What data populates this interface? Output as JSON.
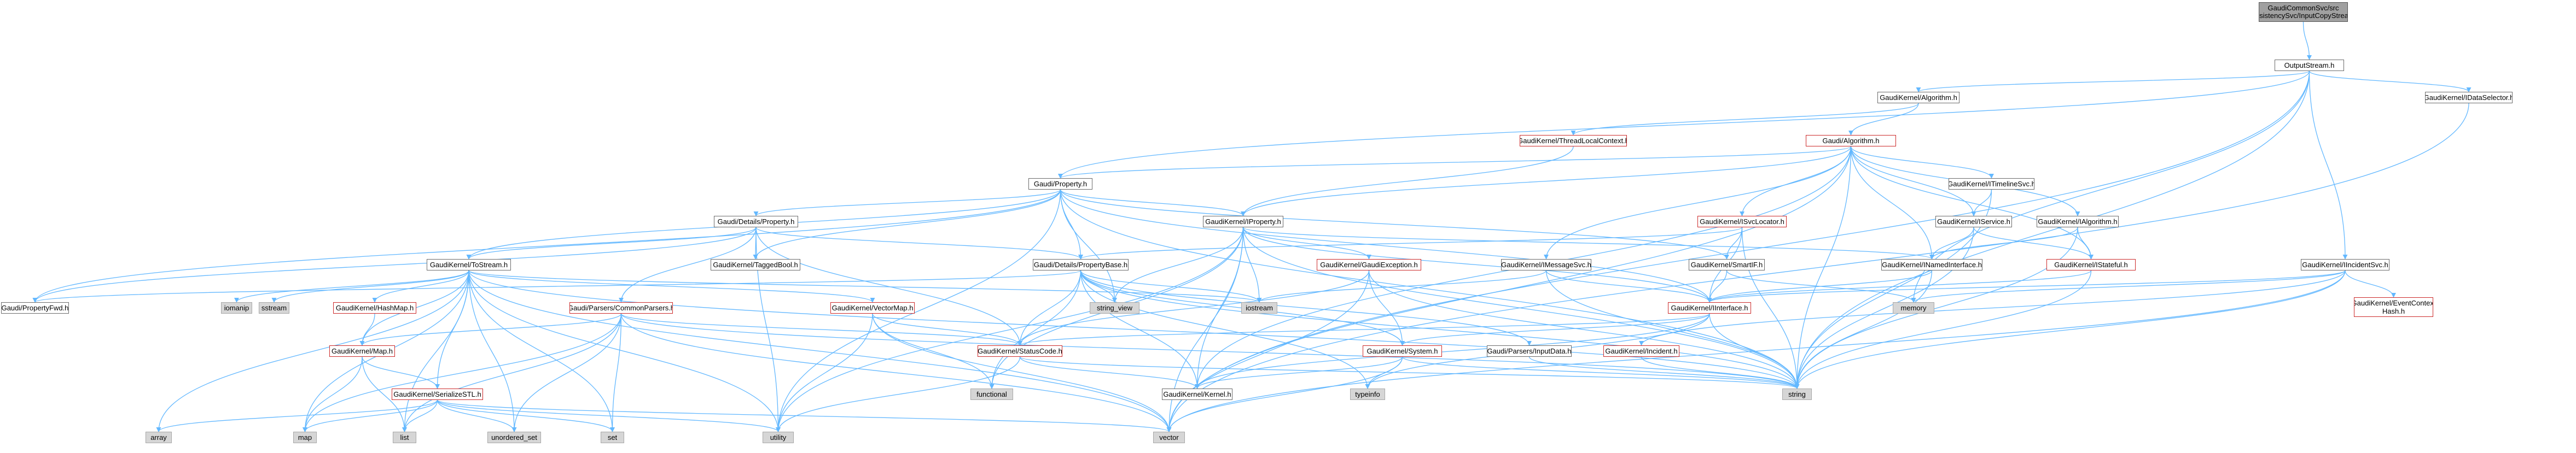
{
  "colors": {
    "edge": "#63b8ff",
    "border": "#6b6b6b",
    "red_border": "#cc2a2a",
    "gray_fill": "#d6d6d6",
    "root_fill": "#a0a0a0"
  },
  "nodes": [
    {
      "id": "root",
      "label": "GaudiCommonSvc/src\n/PersistencySvc/InputCopyStream.h",
      "style": "root"
    },
    {
      "id": "outputstream",
      "label": "OutputStream.h",
      "style": "normal"
    },
    {
      "id": "galgorithm",
      "label": "GaudiKernel/Algorithm.h",
      "style": "normal"
    },
    {
      "id": "idataselector",
      "label": "GaudiKernel/IDataSelector.h",
      "style": "normal"
    },
    {
      "id": "threadlocal",
      "label": "GaudiKernel/ThreadLocalContext.h",
      "style": "red"
    },
    {
      "id": "gaudialgorithm",
      "label": "Gaudi/Algorithm.h",
      "style": "red"
    },
    {
      "id": "property",
      "label": "Gaudi/Property.h",
      "style": "normal"
    },
    {
      "id": "itimelinesvc",
      "label": "GaudiKernel/ITimelineSvc.h",
      "style": "normal"
    },
    {
      "id": "iservice",
      "label": "GaudiKernel/IService.h",
      "style": "normal"
    },
    {
      "id": "ialgorithm",
      "label": "GaudiKernel/IAlgorithm.h",
      "style": "normal"
    },
    {
      "id": "isvclocator",
      "label": "GaudiKernel/ISvcLocator.h",
      "style": "red"
    },
    {
      "id": "iproperty",
      "label": "GaudiKernel/IProperty.h",
      "style": "normal"
    },
    {
      "id": "detailsproperty",
      "label": "Gaudi/Details/Property.h",
      "style": "normal"
    },
    {
      "id": "iincidentsvc",
      "label": "GaudiKernel/IIncidentSvc.h",
      "style": "normal"
    },
    {
      "id": "inamed",
      "label": "GaudiKernel/INamedInterface.h",
      "style": "normal"
    },
    {
      "id": "istateful",
      "label": "GaudiKernel/IStateful.h",
      "style": "red"
    },
    {
      "id": "smartif",
      "label": "GaudiKernel/SmartIF.h",
      "style": "normal"
    },
    {
      "id": "imessagesvc",
      "label": "GaudiKernel/IMessageSvc.h",
      "style": "normal"
    },
    {
      "id": "gaudiexception",
      "label": "GaudiKernel/GaudiException.h",
      "style": "red"
    },
    {
      "id": "propertybase",
      "label": "Gaudi/Details/PropertyBase.h",
      "style": "normal"
    },
    {
      "id": "taggedbool",
      "label": "GaudiKernel/TaggedBool.h",
      "style": "normal"
    },
    {
      "id": "tostream",
      "label": "GaudiKernel/ToStream.h",
      "style": "normal"
    },
    {
      "id": "eventcontexthash",
      "label": "GaudiKernel/EventContext\nHash.h",
      "style": "red"
    },
    {
      "id": "memory",
      "label": "memory",
      "style": "gray"
    },
    {
      "id": "iinterface",
      "label": "GaudiKernel/IInterface.h",
      "style": "red"
    },
    {
      "id": "string_view",
      "label": "string_view",
      "style": "gray"
    },
    {
      "id": "iostream",
      "label": "iostream",
      "style": "gray"
    },
    {
      "id": "propertyfwd",
      "label": "Gaudi/PropertyFwd.h",
      "style": "normal"
    },
    {
      "id": "iomanip",
      "label": "iomanip",
      "style": "gray"
    },
    {
      "id": "sstream",
      "label": "sstream",
      "style": "gray"
    },
    {
      "id": "hashmap",
      "label": "GaudiKernel/HashMap.h",
      "style": "red"
    },
    {
      "id": "commonparsers",
      "label": "Gaudi/Parsers/CommonParsers.h",
      "style": "red"
    },
    {
      "id": "vectormap",
      "label": "GaudiKernel/VectorMap.h",
      "style": "red"
    },
    {
      "id": "system",
      "label": "GaudiKernel/System.h",
      "style": "red"
    },
    {
      "id": "inputdata",
      "label": "Gaudi/Parsers/InputData.h",
      "style": "normal"
    },
    {
      "id": "kincident",
      "label": "GaudiKernel/Incident.h",
      "style": "red"
    },
    {
      "id": "gmap",
      "label": "GaudiKernel/Map.h",
      "style": "red"
    },
    {
      "id": "statuscode",
      "label": "GaudiKernel/StatusCode.h",
      "style": "red"
    },
    {
      "id": "kernel",
      "label": "GaudiKernel/Kernel.h",
      "style": "normal"
    },
    {
      "id": "typeinfo",
      "label": "typeinfo",
      "style": "gray"
    },
    {
      "id": "functional",
      "label": "functional",
      "style": "gray"
    },
    {
      "id": "serializestl",
      "label": "GaudiKernel/SerializeSTL.h",
      "style": "red"
    },
    {
      "id": "string",
      "label": "string",
      "style": "gray"
    },
    {
      "id": "array",
      "label": "array",
      "style": "gray"
    },
    {
      "id": "map",
      "label": "map",
      "style": "gray"
    },
    {
      "id": "list",
      "label": "list",
      "style": "gray"
    },
    {
      "id": "unordered_set",
      "label": "unordered_set",
      "style": "gray"
    },
    {
      "id": "set",
      "label": "set",
      "style": "gray"
    },
    {
      "id": "utility",
      "label": "utility",
      "style": "gray"
    },
    {
      "id": "vector",
      "label": "vector",
      "style": "gray"
    }
  ],
  "edges": [
    [
      "root",
      "outputstream"
    ],
    [
      "outputstream",
      "galgorithm"
    ],
    [
      "outputstream",
      "idataselector"
    ],
    [
      "outputstream",
      "iincidentsvc"
    ],
    [
      "outputstream",
      "property"
    ],
    [
      "outputstream",
      "string"
    ],
    [
      "outputstream",
      "vector"
    ],
    [
      "outputstream",
      "memory"
    ],
    [
      "galgorithm",
      "gaudialgorithm"
    ],
    [
      "galgorithm",
      "threadlocal"
    ],
    [
      "idataselector",
      "vector"
    ],
    [
      "threadlocal",
      "iproperty"
    ],
    [
      "gaudialgorithm",
      "property"
    ],
    [
      "gaudialgorithm",
      "itimelinesvc"
    ],
    [
      "gaudialgorithm",
      "iservice"
    ],
    [
      "gaudialgorithm",
      "ialgorithm"
    ],
    [
      "gaudialgorithm",
      "isvclocator"
    ],
    [
      "gaudialgorithm",
      "iproperty"
    ],
    [
      "gaudialgorithm",
      "imessagesvc"
    ],
    [
      "gaudialgorithm",
      "istateful"
    ],
    [
      "gaudialgorithm",
      "string"
    ],
    [
      "gaudialgorithm",
      "vector"
    ],
    [
      "gaudialgorithm",
      "kernel"
    ],
    [
      "gaudialgorithm",
      "inamed"
    ],
    [
      "itimelinesvc",
      "iservice"
    ],
    [
      "itimelinesvc",
      "string"
    ],
    [
      "iservice",
      "inamed"
    ],
    [
      "iservice",
      "istateful"
    ],
    [
      "iservice",
      "string"
    ],
    [
      "ialgorithm",
      "inamed"
    ],
    [
      "ialgorithm",
      "istateful"
    ],
    [
      "ialgorithm",
      "string"
    ],
    [
      "isvclocator",
      "smartif"
    ],
    [
      "isvclocator",
      "iinterface"
    ],
    [
      "isvclocator",
      "string"
    ],
    [
      "isvclocator",
      "propertybase"
    ],
    [
      "property",
      "detailsproperty"
    ],
    [
      "property",
      "propertybase"
    ],
    [
      "property",
      "iproperty"
    ],
    [
      "property",
      "smartif"
    ],
    [
      "property",
      "taggedbool"
    ],
    [
      "property",
      "tostream"
    ],
    [
      "property",
      "string_view"
    ],
    [
      "property",
      "string"
    ],
    [
      "property",
      "utility"
    ],
    [
      "property",
      "propertyfwd"
    ],
    [
      "property",
      "iinterface"
    ],
    [
      "iproperty",
      "inamed"
    ],
    [
      "iproperty",
      "iinterface"
    ],
    [
      "iproperty",
      "string"
    ],
    [
      "iproperty",
      "string_view"
    ],
    [
      "iproperty",
      "iostream"
    ],
    [
      "iproperty",
      "vector"
    ],
    [
      "iproperty",
      "functional"
    ],
    [
      "iproperty",
      "kernel"
    ],
    [
      "iproperty",
      "gaudiexception"
    ],
    [
      "iproperty",
      "utility"
    ],
    [
      "detailsproperty",
      "propertybase"
    ],
    [
      "detailsproperty",
      "taggedbool"
    ],
    [
      "detailsproperty",
      "tostream"
    ],
    [
      "detailsproperty",
      "commonparsers"
    ],
    [
      "detailsproperty",
      "propertyfwd"
    ],
    [
      "detailsproperty",
      "statuscode"
    ],
    [
      "detailsproperty",
      "utility"
    ],
    [
      "iincidentsvc",
      "iinterface"
    ],
    [
      "iincidentsvc",
      "kincident"
    ],
    [
      "iincidentsvc",
      "eventcontexthash"
    ],
    [
      "iincidentsvc",
      "string"
    ],
    [
      "iincidentsvc",
      "vector"
    ],
    [
      "iincidentsvc",
      "memory"
    ],
    [
      "inamed",
      "iinterface"
    ],
    [
      "inamed",
      "string"
    ],
    [
      "istateful",
      "iinterface"
    ],
    [
      "istateful",
      "string"
    ],
    [
      "smartif",
      "iinterface"
    ],
    [
      "smartif",
      "memory"
    ],
    [
      "imessagesvc",
      "iinterface"
    ],
    [
      "imessagesvc",
      "string"
    ],
    [
      "imessagesvc",
      "iostream"
    ],
    [
      "gaudiexception",
      "statuscode"
    ],
    [
      "gaudiexception",
      "system"
    ],
    [
      "gaudiexception",
      "string"
    ],
    [
      "gaudiexception",
      "vector"
    ],
    [
      "propertybase",
      "kernel"
    ],
    [
      "propertybase",
      "propertyfwd"
    ],
    [
      "propertybase",
      "statuscode"
    ],
    [
      "propertybase",
      "inputdata"
    ],
    [
      "propertybase",
      "string"
    ],
    [
      "propertybase",
      "string_view"
    ],
    [
      "propertybase",
      "iostream"
    ],
    [
      "propertybase",
      "typeinfo"
    ],
    [
      "propertybase",
      "system"
    ],
    [
      "propertybase",
      "functional"
    ],
    [
      "tostream",
      "iomanip"
    ],
    [
      "tostream",
      "sstream"
    ],
    [
      "tostream",
      "hashmap"
    ],
    [
      "tostream",
      "vectormap"
    ],
    [
      "tostream",
      "gmap"
    ],
    [
      "tostream",
      "serializestl"
    ],
    [
      "tostream",
      "string"
    ],
    [
      "tostream",
      "array"
    ],
    [
      "tostream",
      "map"
    ],
    [
      "tostream",
      "list"
    ],
    [
      "tostream",
      "set"
    ],
    [
      "tostream",
      "unordered_set"
    ],
    [
      "tostream",
      "utility"
    ],
    [
      "tostream",
      "vector"
    ],
    [
      "tostream",
      "iostream"
    ],
    [
      "iinterface",
      "statuscode"
    ],
    [
      "iinterface",
      "system"
    ],
    [
      "iinterface",
      "kernel"
    ],
    [
      "iinterface",
      "typeinfo"
    ],
    [
      "iinterface",
      "string"
    ],
    [
      "hashmap",
      "gmap"
    ],
    [
      "commonparsers",
      "statuscode"
    ],
    [
      "commonparsers",
      "gmap"
    ],
    [
      "commonparsers",
      "string"
    ],
    [
      "commonparsers",
      "vector"
    ],
    [
      "commonparsers",
      "list"
    ],
    [
      "commonparsers",
      "set"
    ],
    [
      "commonparsers",
      "map"
    ],
    [
      "commonparsers",
      "unordered_set"
    ],
    [
      "vectormap",
      "statuscode"
    ],
    [
      "vectormap",
      "vector"
    ],
    [
      "vectormap",
      "functional"
    ],
    [
      "vectormap",
      "utility"
    ],
    [
      "system",
      "kernel"
    ],
    [
      "system",
      "string"
    ],
    [
      "system",
      "vector"
    ],
    [
      "system",
      "typeinfo"
    ],
    [
      "inputdata",
      "string"
    ],
    [
      "kincident",
      "string"
    ],
    [
      "gmap",
      "map"
    ],
    [
      "gmap",
      "serializestl"
    ],
    [
      "gmap",
      "list"
    ],
    [
      "statuscode",
      "kernel"
    ],
    [
      "statuscode",
      "string"
    ],
    [
      "statuscode",
      "utility"
    ],
    [
      "serializestl",
      "array"
    ],
    [
      "serializestl",
      "map"
    ],
    [
      "serializestl",
      "list"
    ],
    [
      "serializestl",
      "unordered_set"
    ],
    [
      "serializestl",
      "set"
    ],
    [
      "serializestl",
      "utility"
    ],
    [
      "serializestl",
      "vector"
    ]
  ]
}
